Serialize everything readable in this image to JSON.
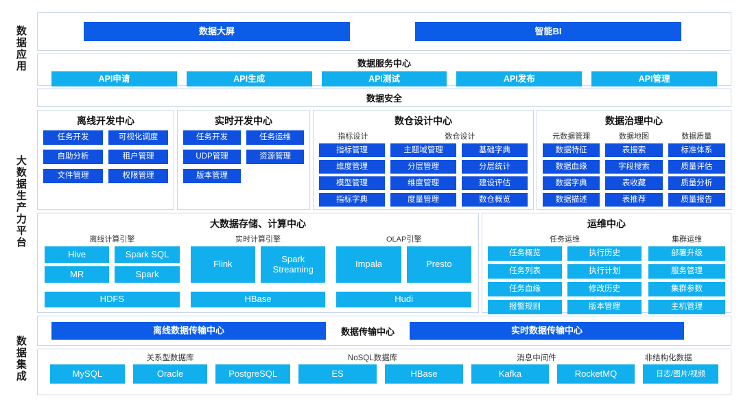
{
  "rail": {
    "items": [
      {
        "label": "数据应用"
      },
      {
        "label": "大数据生产力平台"
      },
      {
        "label": "数据集成"
      }
    ]
  },
  "application_layer": {
    "top_apps": [
      {
        "label": "数据大屏"
      },
      {
        "label": "智能BI"
      }
    ],
    "service_center": {
      "title": "数据服务中心",
      "items": [
        {
          "label": "API申请"
        },
        {
          "label": "API生成"
        },
        {
          "label": "API测试"
        },
        {
          "label": "API发布"
        },
        {
          "label": "API管理"
        }
      ]
    },
    "security": {
      "title": "数据安全"
    }
  },
  "platform_layer": {
    "centers": [
      {
        "title": "离线开发中心",
        "groups": [
          {
            "label": "",
            "items": [
              "任务开发",
              "可视化调度",
              "自助分析",
              "租户管理",
              "文件管理",
              "权限管理"
            ]
          }
        ]
      },
      {
        "title": "实时开发中心",
        "groups": [
          {
            "label": "",
            "items": [
              "任务开发",
              "任务运维",
              "UDP管理",
              "资源管理",
              "版本管理"
            ]
          }
        ]
      },
      {
        "title": "数仓设计中心",
        "groups": [
          {
            "label": "指标设计",
            "items": [
              "指标管理",
              "维度管理",
              "模型管理",
              "指标字典"
            ]
          },
          {
            "label": "数仓设计",
            "items": [
              "主题域管理",
              "分层管理",
              "维度管理",
              "度量管理"
            ]
          },
          {
            "label": "",
            "items": [
              "基础字典",
              "分层统计",
              "建设评估",
              "数仓概览"
            ]
          }
        ]
      },
      {
        "title": "数据治理中心",
        "groups": [
          {
            "label": "元数据管理",
            "items": [
              "数据特征",
              "数据血缘",
              "数据字典",
              "数据描述"
            ]
          },
          {
            "label": "数据地图",
            "items": [
              "表搜索",
              "字段搜索",
              "表收藏",
              "表推荐"
            ]
          },
          {
            "label": "数据质量",
            "items": [
              "标准体系",
              "质量评估",
              "质量分析",
              "质量报告"
            ]
          }
        ]
      }
    ],
    "storage_center": {
      "title": "大数据存储、计算中心",
      "engines": [
        {
          "label": "离线计算引擎",
          "items": [
            "Hive",
            "Spark SQL",
            "MR",
            "Spark"
          ],
          "base": "HDFS"
        },
        {
          "label": "实时计算引擎",
          "items": [
            "Flink",
            "Spark\nStreaming"
          ],
          "base": "HBase"
        },
        {
          "label": "OLAP引擎",
          "items": [
            "Impala",
            "Presto"
          ],
          "base": "Hudi"
        }
      ]
    },
    "ops_center": {
      "title": "运维中心",
      "groups": [
        {
          "label": "任务运维",
          "items": [
            "任务概览",
            "执行历史",
            "任务列表",
            "执行计划",
            "任务血缘",
            "修改历史",
            "报警规则",
            "版本管理"
          ]
        },
        {
          "label": "集群运维",
          "items": [
            "部署升级",
            "服务管理",
            "集群参数",
            "主机管理"
          ]
        }
      ]
    }
  },
  "integration_layer": {
    "transport": {
      "title": "数据传输中心",
      "left": "离线数据传输中心",
      "right": "实时数据传输中心"
    },
    "sources": [
      {
        "label": "关系型数据库",
        "items": [
          "MySQL",
          "Oracle",
          "PostgreSQL"
        ]
      },
      {
        "label": "NoSQL数据库",
        "items": [
          "ES",
          "HBase"
        ]
      },
      {
        "label": "消息中间件",
        "items": [
          "Kafka",
          "RocketMQ"
        ]
      },
      {
        "label": "非结构化数据",
        "items": [
          "日志/图片/视频"
        ]
      }
    ]
  },
  "colors": {
    "dark_blue": "#0d5ce8",
    "mid_blue": "#1050e0",
    "light_blue": "#12afee",
    "border": "#c9d6ef"
  }
}
